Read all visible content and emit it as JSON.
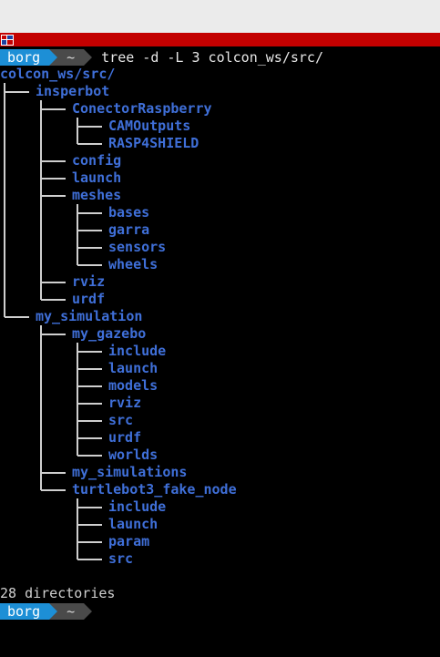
{
  "window": {
    "title": "",
    "tab_icon": "terminal-app-icon"
  },
  "prompt": {
    "host": "borg",
    "cwd": "~",
    "command": "tree -d -L 3 colcon_ws/src/"
  },
  "output": {
    "root": "colcon_ws/src/",
    "nodes": [
      {
        "name": "insperbot",
        "depth": 1
      },
      {
        "name": "ConectorRaspberry",
        "depth": 2
      },
      {
        "name": "CAMOutputs",
        "depth": 3
      },
      {
        "name": "RASP4SHIELD",
        "depth": 3
      },
      {
        "name": "config",
        "depth": 2
      },
      {
        "name": "launch",
        "depth": 2
      },
      {
        "name": "meshes",
        "depth": 2
      },
      {
        "name": "bases",
        "depth": 3
      },
      {
        "name": "garra",
        "depth": 3
      },
      {
        "name": "sensors",
        "depth": 3
      },
      {
        "name": "wheels",
        "depth": 3
      },
      {
        "name": "rviz",
        "depth": 2
      },
      {
        "name": "urdf",
        "depth": 2
      },
      {
        "name": "my_simulation",
        "depth": 1
      },
      {
        "name": "my_gazebo",
        "depth": 2
      },
      {
        "name": "include",
        "depth": 3
      },
      {
        "name": "launch",
        "depth": 3
      },
      {
        "name": "models",
        "depth": 3
      },
      {
        "name": "rviz",
        "depth": 3
      },
      {
        "name": "src",
        "depth": 3
      },
      {
        "name": "urdf",
        "depth": 3
      },
      {
        "name": "worlds",
        "depth": 3
      },
      {
        "name": "my_simulations",
        "depth": 2
      },
      {
        "name": "turtlebot3_fake_node",
        "depth": 2
      },
      {
        "name": "include",
        "depth": 3
      },
      {
        "name": "launch",
        "depth": 3
      },
      {
        "name": "param",
        "depth": 3
      },
      {
        "name": "src",
        "depth": 3
      }
    ],
    "summary": "28 directories"
  },
  "prompt2": {
    "host": "borg",
    "cwd": "~"
  },
  "colors": {
    "directory": "#3f6fd8",
    "host_segment": "#1d8fd6",
    "dir_segment": "#4a4a4a",
    "tab_bar": "#c30000",
    "background": "#000000"
  }
}
